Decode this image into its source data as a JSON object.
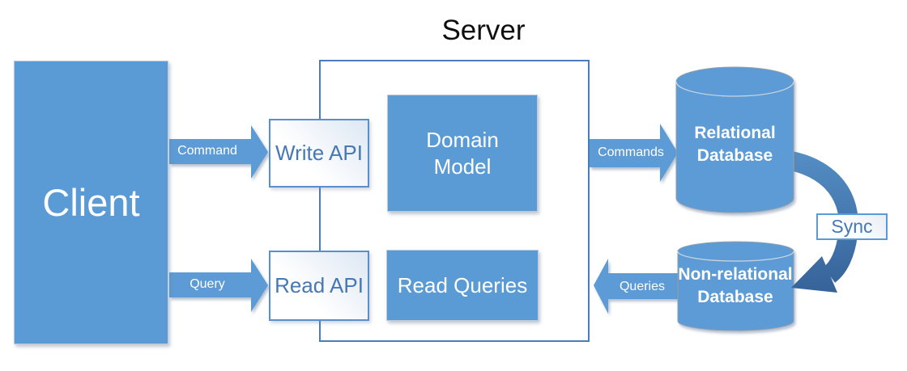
{
  "diagram": {
    "title": "Server",
    "nodes": {
      "client": {
        "label": "Client"
      },
      "write_api": {
        "label": "Write API"
      },
      "read_api": {
        "label": "Read API"
      },
      "domain_model": {
        "label": "Domain Model"
      },
      "read_queries": {
        "label": "Read Queries"
      },
      "relational_db": {
        "label": "Relational Database"
      },
      "non_relational_db": {
        "label": "Non-relational Database"
      },
      "sync": {
        "label": "Sync"
      }
    },
    "arrows": {
      "command": {
        "label": "Command",
        "direction": "right"
      },
      "query": {
        "label": "Query",
        "direction": "right"
      },
      "commands": {
        "label": "Commands",
        "direction": "right"
      },
      "queries": {
        "label": "Queries",
        "direction": "left"
      },
      "sync": {
        "label": "Sync",
        "direction": "curved-down"
      }
    },
    "colors": {
      "primary_blue": "#5b9bd5",
      "sync_arrow_dark_blue": "#3a689c",
      "sync_arrow_light_blue": "#5590c6",
      "api_text_blue": "#4678b4",
      "server_border_blue": "#4a7ebb",
      "title_text": "#0f0f0f",
      "node_text": "#ffffff",
      "background": "#ffffff"
    }
  }
}
